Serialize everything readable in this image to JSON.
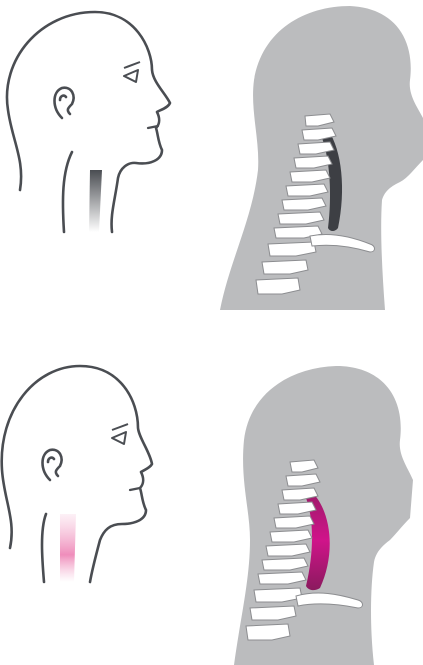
{
  "colors": {
    "outline": "#4a4d52",
    "silhouette": "#bbbcbe",
    "bone": "#ffffff",
    "bone_stroke": "#9a9b9d",
    "normal_muscle": "#3d3f44",
    "inflamed_muscle": "#c8137e",
    "inflamed_glow": "#f4b6d3"
  },
  "panels": [
    {
      "state": "normal",
      "view": "profile-outline",
      "icon": "head-profile-icon"
    },
    {
      "state": "normal",
      "view": "anatomy",
      "icon": "cervical-spine-icon"
    },
    {
      "state": "inflamed",
      "view": "profile-outline",
      "icon": "head-profile-icon"
    },
    {
      "state": "inflamed",
      "view": "anatomy",
      "icon": "cervical-spine-icon"
    }
  ]
}
